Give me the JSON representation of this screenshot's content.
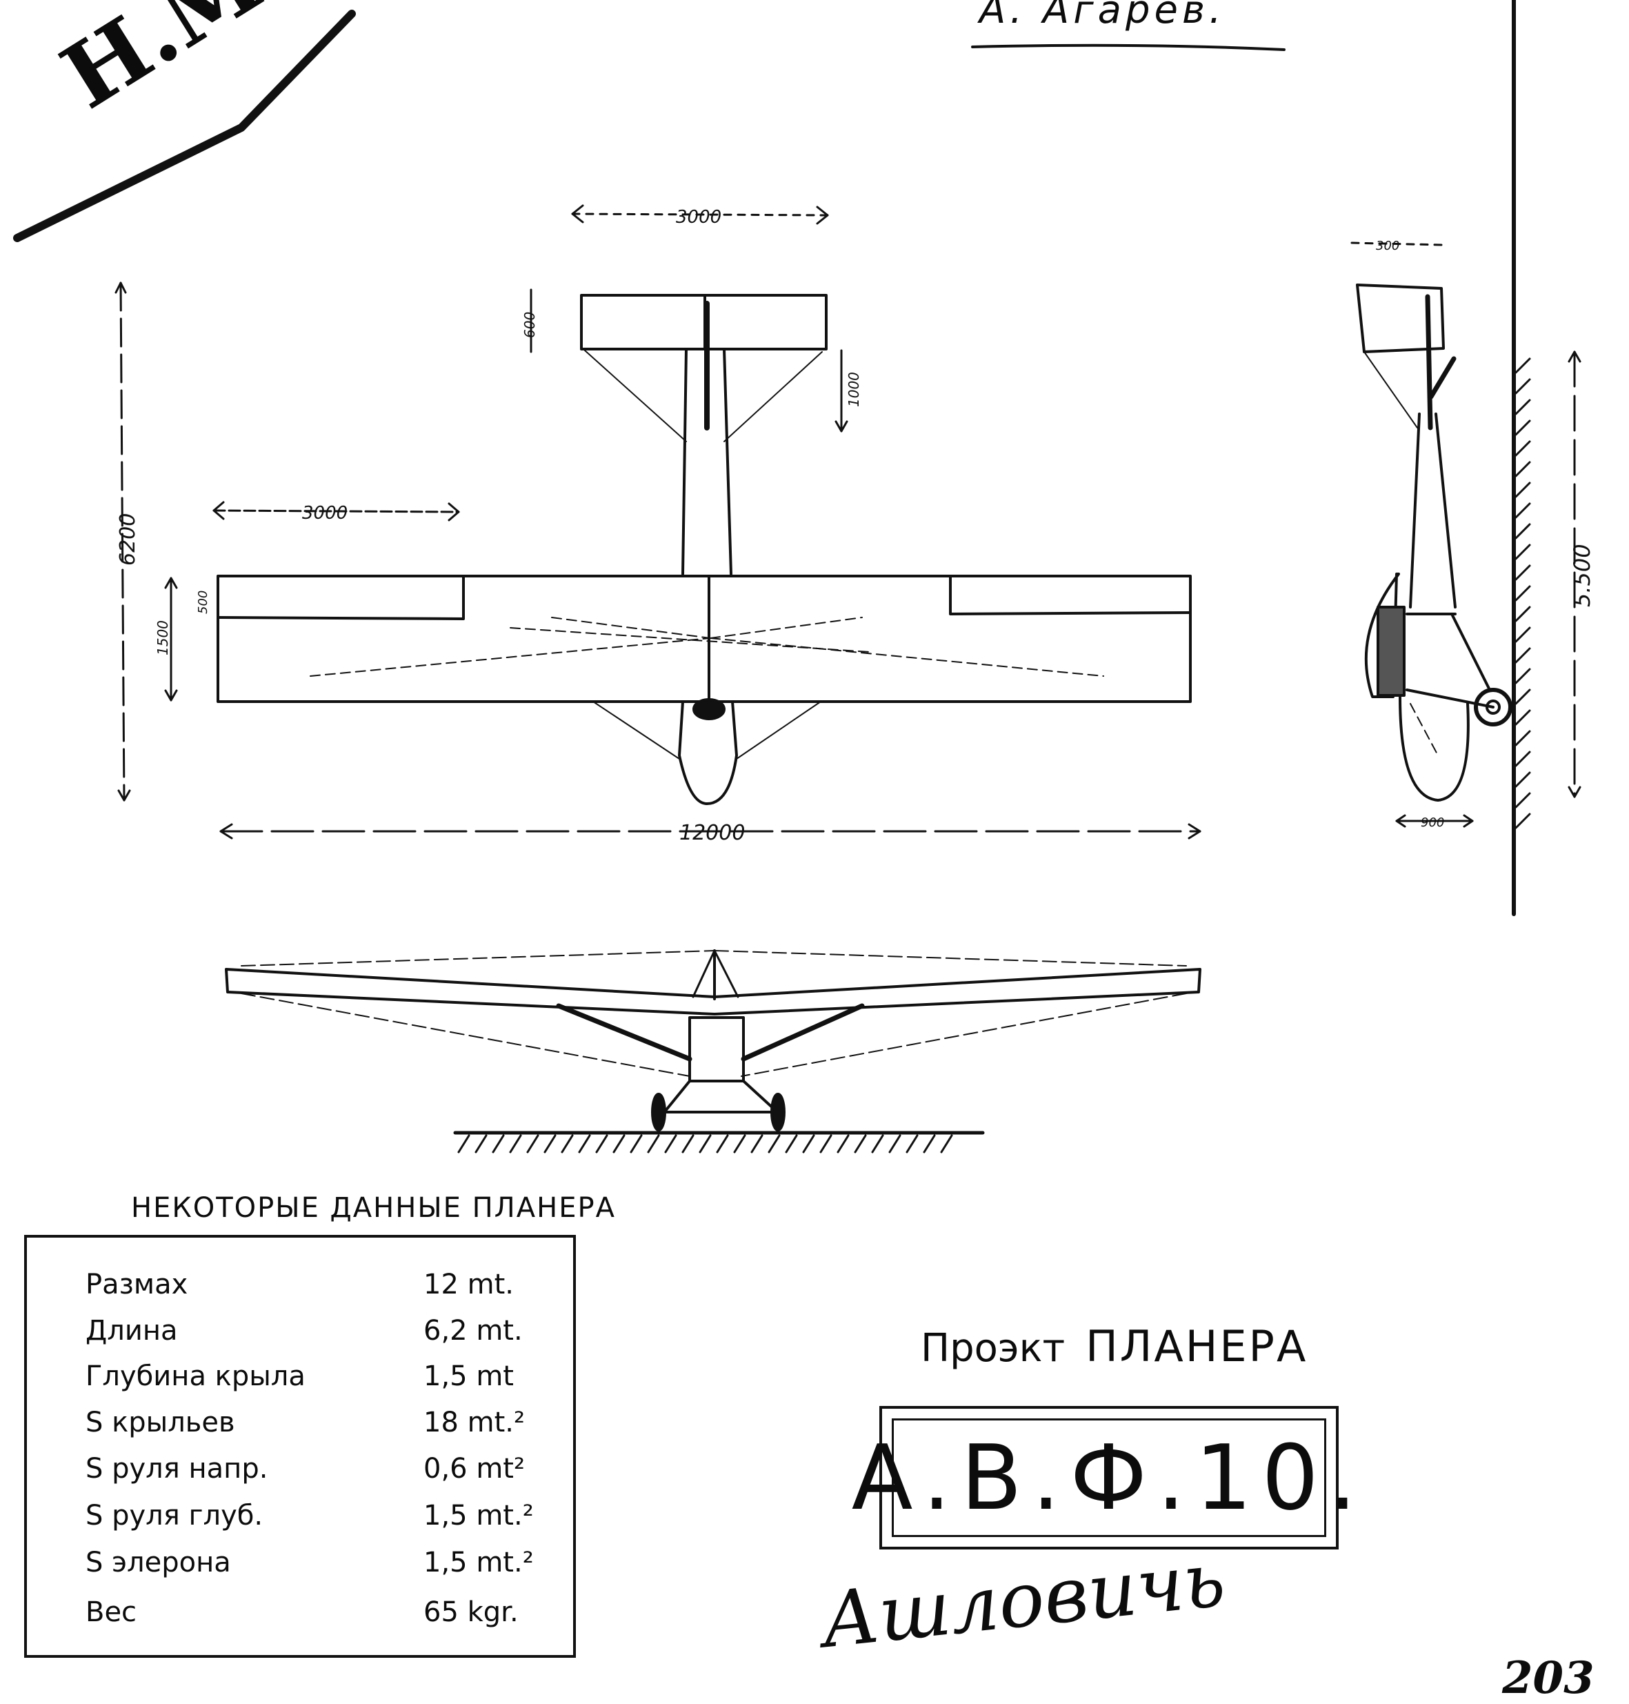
{
  "corner_mark": "Н.М.",
  "author_heading": "А. Агарев.",
  "dimensions": {
    "plan_span_tail": "3000",
    "plan_span_wing_left": "3000",
    "plan_length": "6200",
    "plan_span_total": "12000",
    "plan_tail_depth": "600",
    "plan_tail_arm": "1000",
    "plan_chord": "1500",
    "plan_aileron": "500",
    "side_height": "5.500",
    "side_top": "300",
    "side_bottom": "900"
  },
  "table": {
    "title": "НЕКОТОРЫЕ ДАННЫЕ ПЛАНЕРА",
    "rows": [
      {
        "label": "Размах",
        "value": "12 mt."
      },
      {
        "label": "Длина",
        "value": "6,2 mt."
      },
      {
        "label": "Глубина крыла",
        "value": "1,5 mt"
      },
      {
        "label": "S крыльев",
        "value": "18 mt.²"
      },
      {
        "label": "S руля напр.",
        "value": "0,6 mt²"
      },
      {
        "label": "S руля глуб.",
        "value": "1,5 mt.²"
      },
      {
        "label": "S элерона",
        "value": "1,5 mt.²"
      },
      {
        "label": "Вес",
        "value": "65 kgr."
      }
    ]
  },
  "project": {
    "prefix": "Проэкт",
    "word": "ПЛАНЕРА",
    "designation": "А.В.Ф.10."
  },
  "signature": "Ашловичь",
  "page_number": "203"
}
